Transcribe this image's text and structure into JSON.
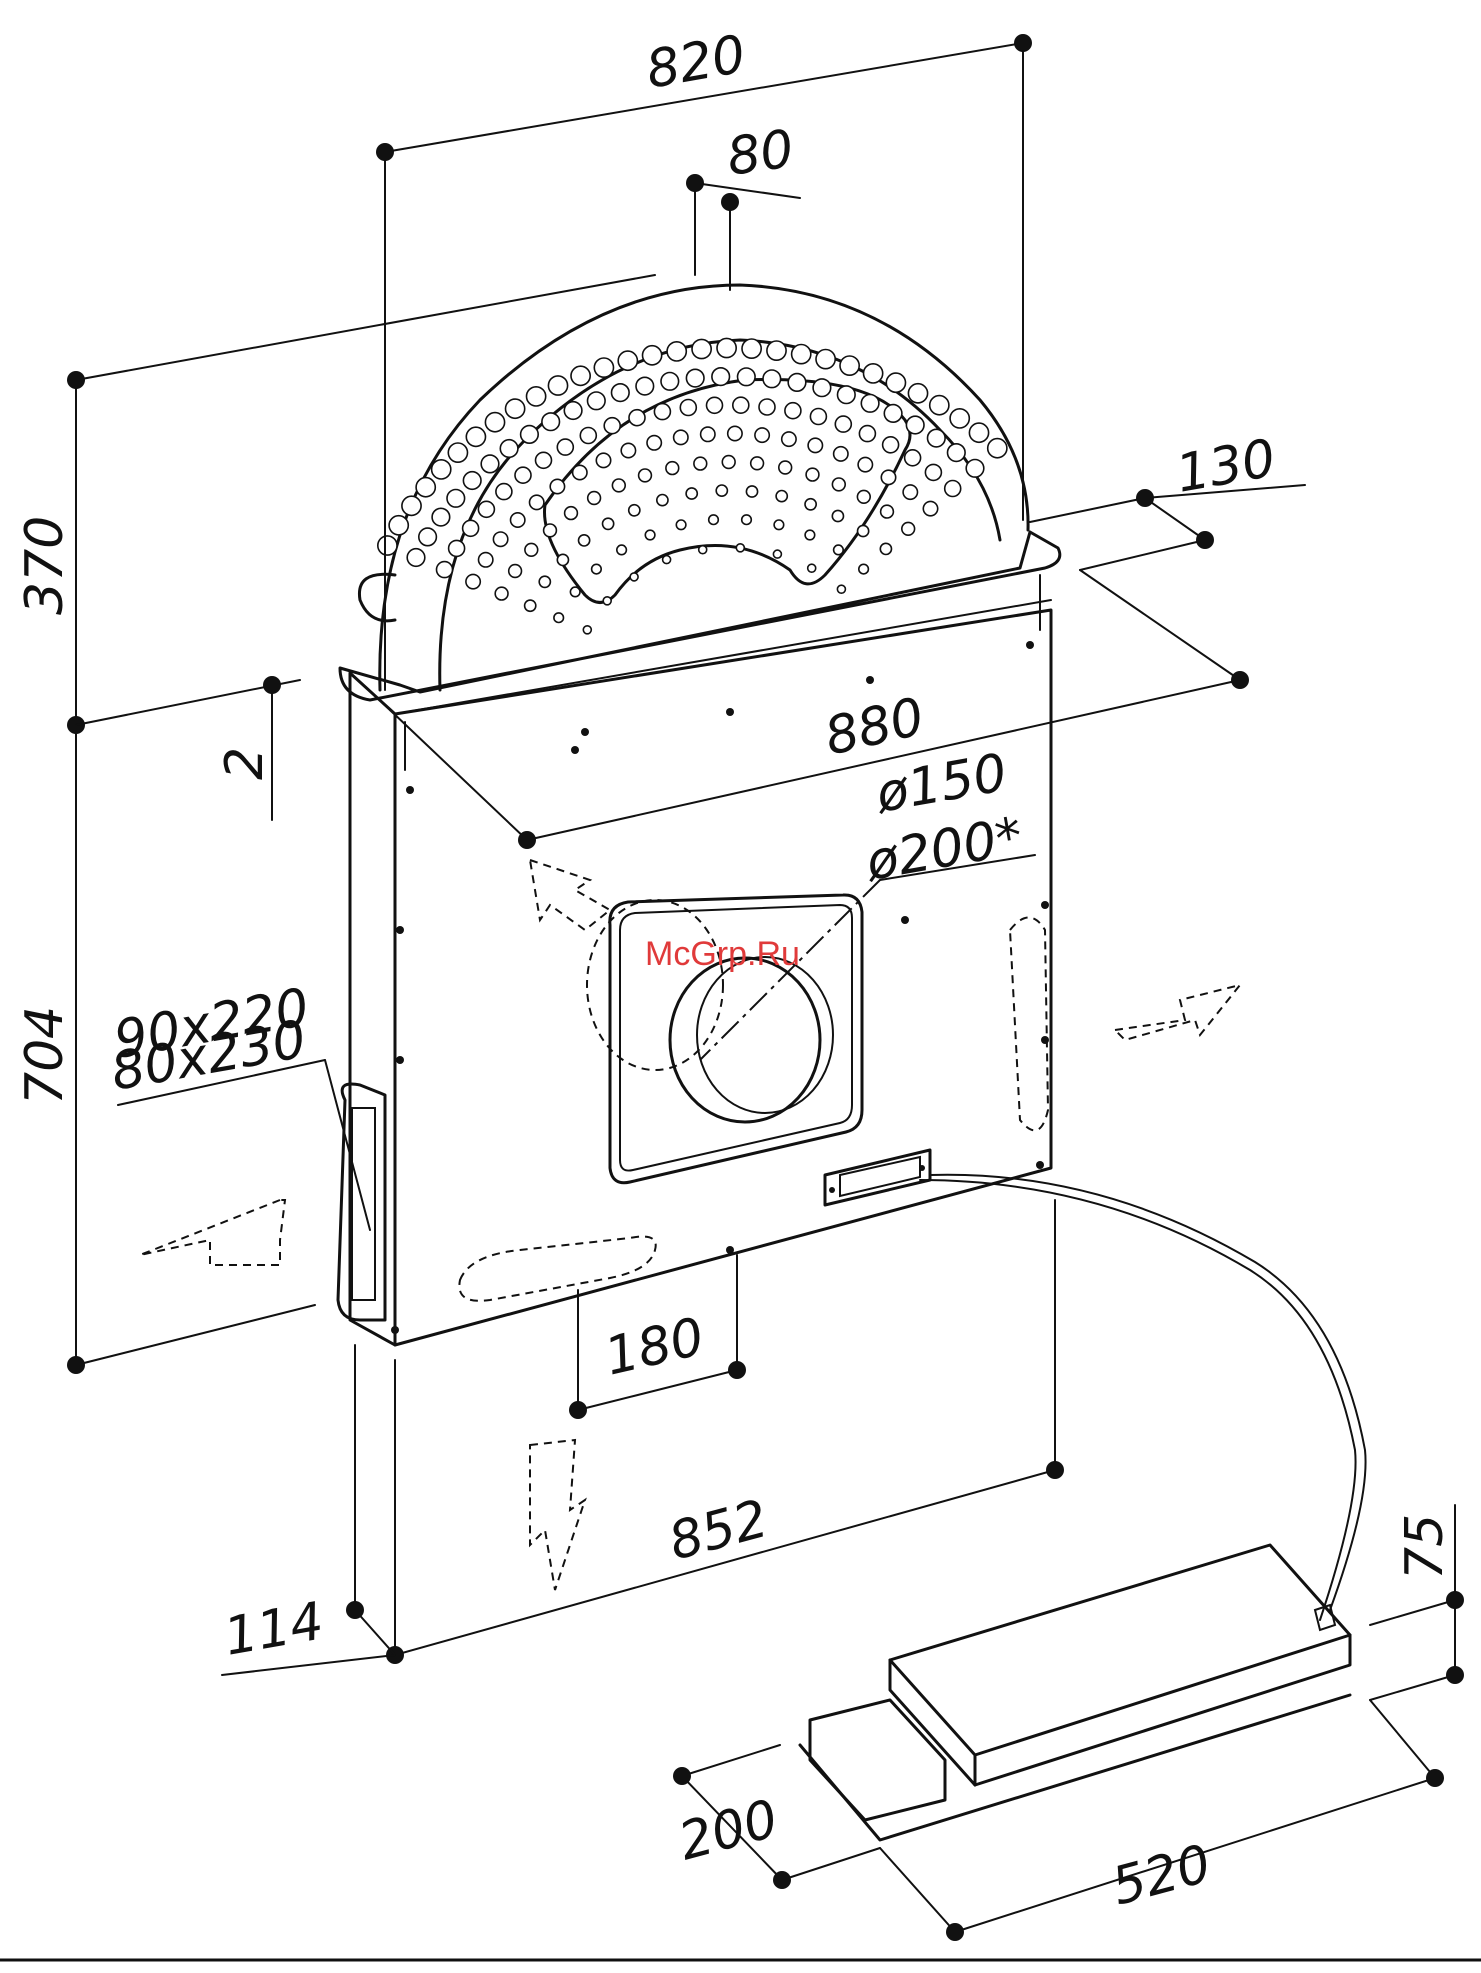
{
  "dimensions": {
    "width_820": "820",
    "offset_80": "80",
    "depth_130": "130",
    "height_370": "370",
    "gap_2": "2",
    "width_880": "880",
    "diameter_150": "ø150",
    "diameter_200": "ø200*",
    "slot_90x220": "90x220",
    "slot_80x230": "80x230",
    "height_704": "704",
    "offset_180": "180",
    "width_852": "852",
    "depth_114": "114",
    "box_height_75": "75",
    "box_width_200": "200",
    "box_length_520": "520"
  },
  "watermark": "McGrp.Ru",
  "colors": {
    "line": "#111111",
    "watermark": "#e03a3a",
    "background": "#ffffff"
  }
}
